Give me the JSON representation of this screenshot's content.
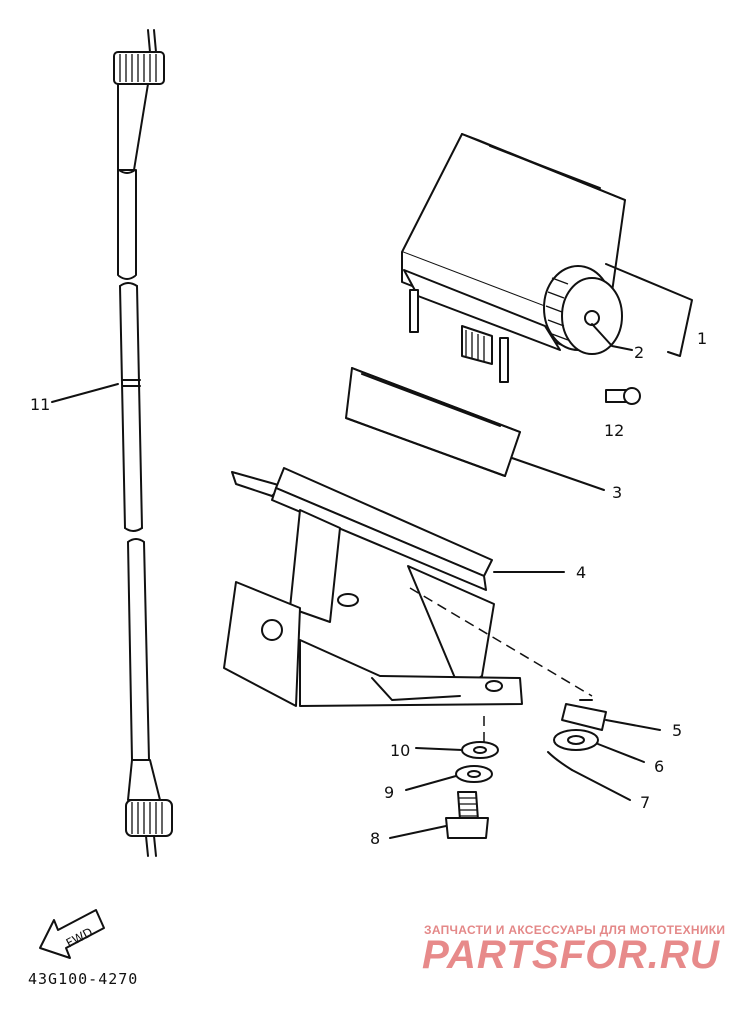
{
  "diagram": {
    "callouts": [
      "1",
      "2",
      "3",
      "4",
      "5",
      "6",
      "7",
      "8",
      "9",
      "10",
      "11",
      "12"
    ],
    "fwd_label": "FWD",
    "drawing_code": "43G100-4270"
  },
  "watermark": {
    "tagline": "ЗАПЧАСТИ И АКСЕССУАРЫ ДЛЯ МОТОТЕХНИКИ",
    "logo": "PARTSFOR.RU",
    "color": "#e78a8a"
  }
}
